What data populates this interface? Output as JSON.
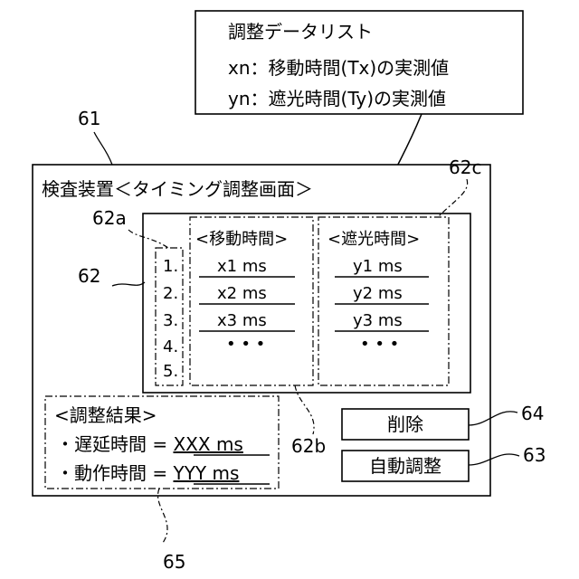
{
  "callout": {
    "title": "調整データリスト",
    "line_x": "xn：移動時間(Tx)の実測値",
    "line_y": "yn：遮光時間(Ty)の実測値"
  },
  "screen": {
    "ref": "61",
    "title": "検査装置＜タイミング調整画面＞"
  },
  "list": {
    "ref_list": "62",
    "ref_index": "62a",
    "ref_move": "62b",
    "ref_block": "62c",
    "indices": [
      "1.",
      "2.",
      "3.",
      "4.",
      "5."
    ],
    "move_header": "<移動時間>",
    "block_header": "<遮光時間>",
    "move_values": [
      "x1 ms",
      "x2 ms",
      "x3 ms",
      "• • •"
    ],
    "block_values": [
      "y1 ms",
      "y2 ms",
      "y3 ms",
      "• • •"
    ]
  },
  "result": {
    "ref": "65",
    "title": "<調整結果>",
    "delay_label": "・遅延時間 = ",
    "delay_value": "XXX ms",
    "action_label": "・動作時間 = ",
    "action_value": "YYY ms"
  },
  "buttons": {
    "delete_ref": "64",
    "delete_label": "削除",
    "auto_ref": "63",
    "auto_label": "自動調整"
  }
}
